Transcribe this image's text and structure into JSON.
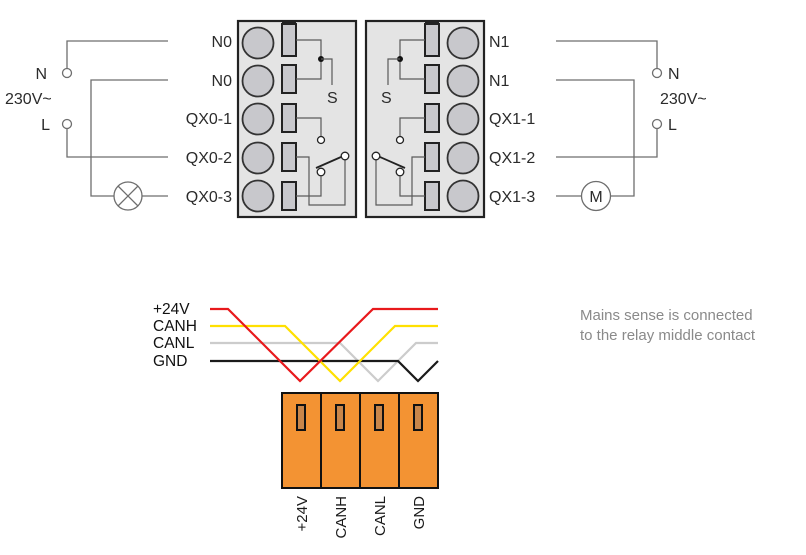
{
  "relay_modules": [
    {
      "id": "left",
      "terminals": [
        "N0",
        "N0",
        "QX0-1",
        "QX0-2",
        "QX0-3"
      ],
      "sense_label": "S",
      "supply": {
        "n_label": "N",
        "voltage_label": "230V~",
        "l_label": "L"
      },
      "load": {
        "type": "lamp",
        "symbol": "⊗"
      }
    },
    {
      "id": "right",
      "terminals": [
        "N1",
        "N1",
        "QX1-1",
        "QX1-2",
        "QX1-3"
      ],
      "sense_label": "S",
      "supply": {
        "n_label": "N",
        "voltage_label": "230V~",
        "l_label": "L"
      },
      "load": {
        "type": "motor",
        "symbol": "M"
      }
    }
  ],
  "can_bus": {
    "wires": [
      {
        "name": "+24V",
        "color": "#e8191c"
      },
      {
        "name": "CANH",
        "color": "#ffe000"
      },
      {
        "name": "CANL",
        "color": "#cccccc"
      },
      {
        "name": "GND",
        "color": "#1a1a1a"
      }
    ],
    "connector_pins": [
      "+24V",
      "CANH",
      "CANL",
      "GND"
    ],
    "connector_color": "#f39333",
    "slot_color": "#c8864a"
  },
  "note": {
    "line1": "Mains sense is connected",
    "line2": "to the relay middle contact"
  },
  "colors": {
    "module_fill": "#e4e4e4",
    "terminal_fill": "#c8c8cc",
    "wire": "#6e6e6e"
  }
}
